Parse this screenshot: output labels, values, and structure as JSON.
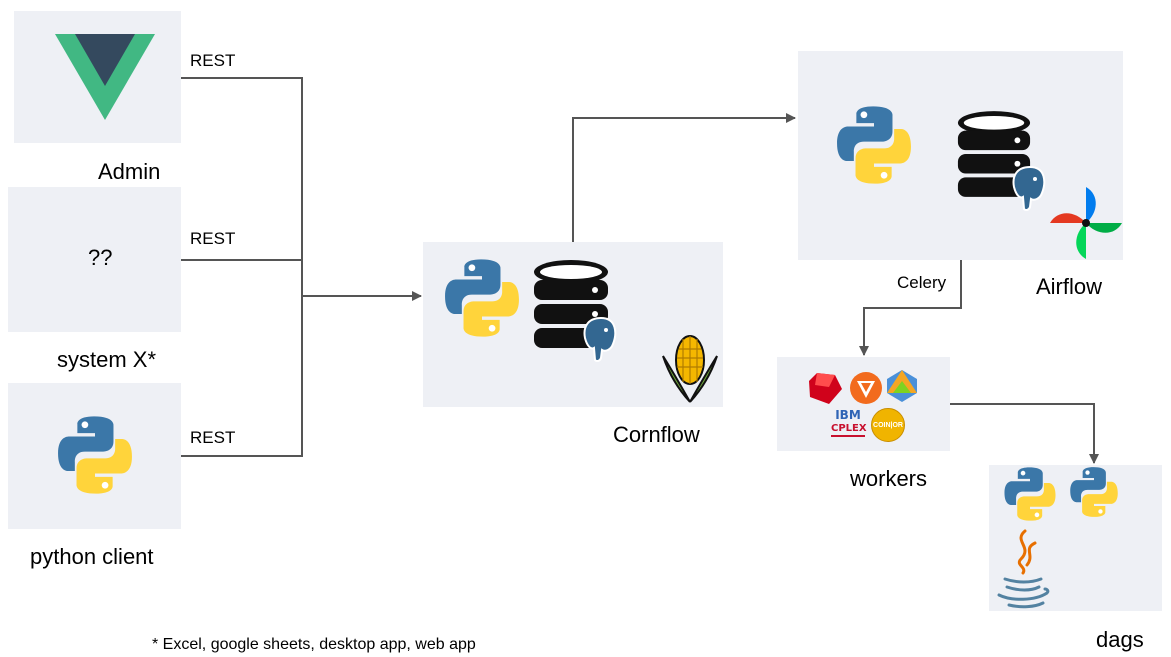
{
  "clients": [
    {
      "label": "Admin",
      "icon": "vue-logo-icon",
      "link_label": "REST"
    },
    {
      "label": "system X*",
      "placeholder": "??",
      "link_label": "REST"
    },
    {
      "label": "python client",
      "icon": "python-logo-icon",
      "link_label": "REST"
    }
  ],
  "cornflow": {
    "label": "Cornflow",
    "icons": [
      "python-logo-icon",
      "database-icon",
      "postgresql-icon",
      "corn-icon"
    ]
  },
  "airflow": {
    "label": "Airflow",
    "icons": [
      "python-logo-icon",
      "database-icon",
      "postgresql-icon",
      "airflow-pinwheel-icon"
    ]
  },
  "celery_label": "Celery",
  "workers": {
    "label": "workers",
    "icons": [
      "solver-ruby-icon",
      "solver-triangle-icon",
      "solver-hex-icon",
      "ibm-cplex-icon",
      "coin-or-icon"
    ],
    "cplex_text_1": "IBM",
    "cplex_text_2": "CPLEX",
    "coin_text": "COIN|OR"
  },
  "dags": {
    "label": "dags",
    "icons": [
      "python-logo-icon",
      "python-logo-icon",
      "java-logo-icon"
    ]
  },
  "footnote": "* Excel, google sheets, desktop app, web app",
  "colors": {
    "box": "#eef0f5",
    "line": "#555555",
    "python_blue": "#3b77a8",
    "python_yellow": "#ffd43b",
    "vue_green": "#41b883",
    "vue_dark": "#34495e"
  }
}
